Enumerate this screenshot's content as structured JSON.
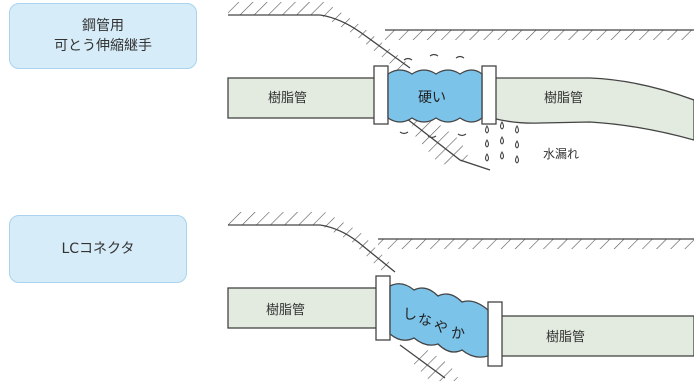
{
  "top_section": {
    "label_line1": "鋼管用",
    "label_line2": "可とう伸縮継手",
    "pipe_left_label": "樹脂管",
    "pipe_right_label": "樹脂管",
    "joint_label": "硬い",
    "leak_label": "水漏れ"
  },
  "bottom_section": {
    "label": "LCコネクタ",
    "pipe_left_label": "樹脂管",
    "pipe_right_label": "樹脂管",
    "joint_label_chars": [
      "し",
      "な",
      "や",
      "か"
    ]
  },
  "colors": {
    "label_bg": "#d6ecf8",
    "pipe_fill": "#e3eadf",
    "joint_fill": "#7cc3ea",
    "line": "#444444"
  }
}
